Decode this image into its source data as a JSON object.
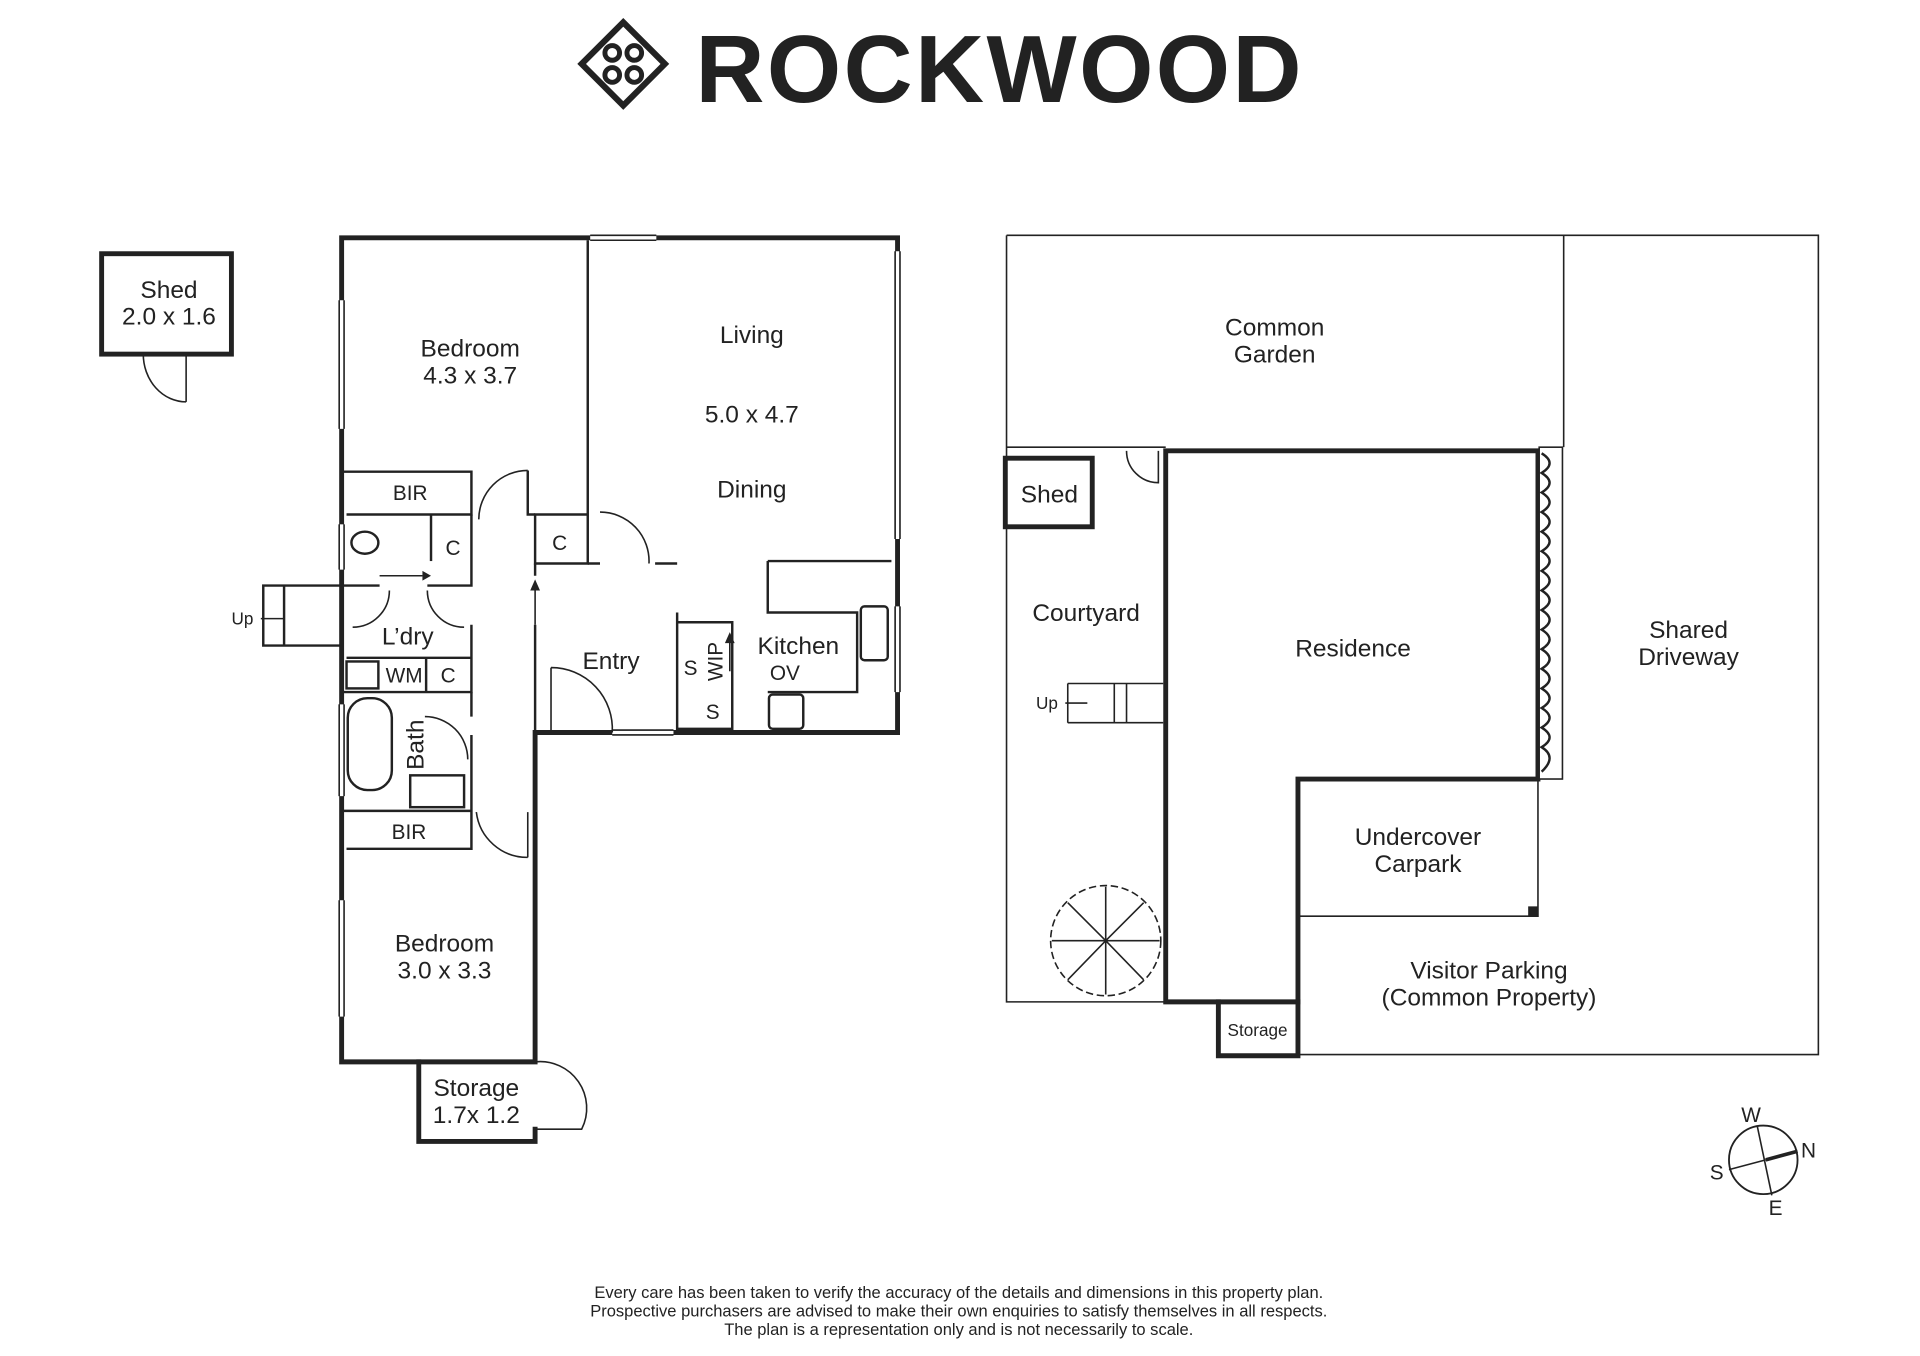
{
  "brand": {
    "name": "ROCKWOOD"
  },
  "floor_plan": {
    "shed": {
      "name": "Shed",
      "size": "2.0 x 1.6"
    },
    "bedroom1": {
      "name": "Bedroom",
      "size": "4.3 x 3.7"
    },
    "living": {
      "name": "Living",
      "size": "5.0 x 4.7",
      "name2": "Dining"
    },
    "bir1": "BIR",
    "bir2": "BIR",
    "c1": "C",
    "c2": "C",
    "c3": "C",
    "laundry": "L’dry",
    "wm": "WM",
    "bath": "Bath",
    "entry": "Entry",
    "kitchen": "Kitchen",
    "ov": "OV",
    "wip": "WIP",
    "s1": "S",
    "s2": "S",
    "up": "Up",
    "bedroom2": {
      "name": "Bedroom",
      "size": "3.0 x 3.3"
    },
    "storage": {
      "name": "Storage",
      "size": "1.7x 1.2"
    }
  },
  "site_plan": {
    "common_garden": [
      "Common",
      "Garden"
    ],
    "shed": "Shed",
    "courtyard": "Courtyard",
    "up": "Up",
    "residence": "Residence",
    "shared_driveway": [
      "Shared",
      "Driveway"
    ],
    "undercover_carpark": [
      "Undercover",
      "Carpark"
    ],
    "visitor_parking": [
      "Visitor Parking",
      "(Common Property)"
    ],
    "storage": "Storage"
  },
  "compass": {
    "n": "N",
    "s": "S",
    "e": "E",
    "w": "W"
  },
  "disclaimer": [
    "Every care has been taken to verify the accuracy of the details and dimensions in this property plan.",
    "Prospective purchasers are advised to make their own enquiries to satisfy themselves in all respects.",
    "The plan is a representation only and is not necessarily to scale."
  ]
}
